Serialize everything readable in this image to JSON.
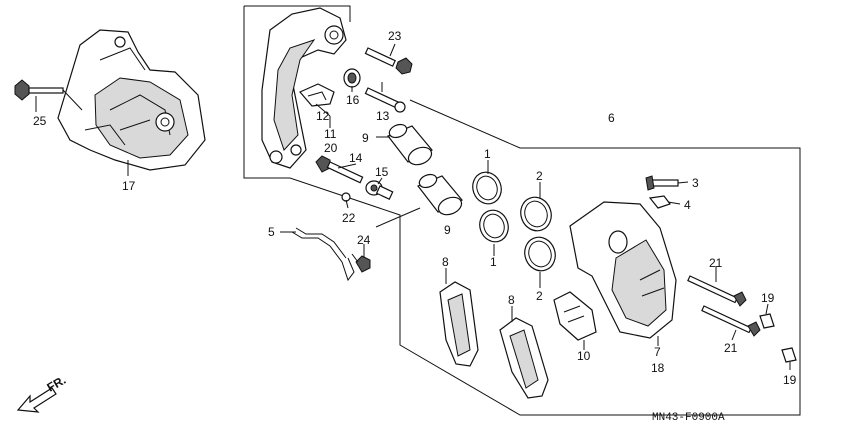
{
  "diagram_code": "MN43-F0900A",
  "direction_label": "FR.",
  "callouts": {
    "c1a": "1",
    "c1b": "1",
    "c2a": "2",
    "c2b": "2",
    "c3": "3",
    "c4": "4",
    "c5": "5",
    "c6": "6",
    "c7": "7",
    "c8a": "8",
    "c8b": "8",
    "c9a": "9",
    "c9b": "9",
    "c10": "10",
    "c11": "11",
    "c12": "12",
    "c13": "13",
    "c14": "14",
    "c15": "15",
    "c16": "16",
    "c17": "17",
    "c18": "18",
    "c19a": "19",
    "c19b": "19",
    "c20": "20",
    "c21a": "21",
    "c21b": "21",
    "c22": "22",
    "c23": "23",
    "c24": "24",
    "c25": "25"
  }
}
